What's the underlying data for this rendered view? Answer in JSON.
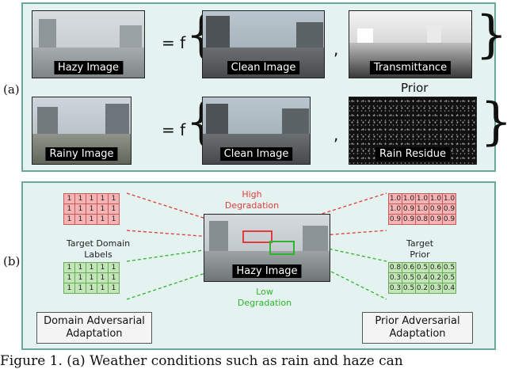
{
  "panel_a": {
    "label": "(a)",
    "row1": {
      "input_caption": "Hazy Image",
      "op": "= f",
      "clean_caption": "Clean Image",
      "comma": ",",
      "prior_caption": "Transmittance"
    },
    "prior_word": "Prior",
    "row2": {
      "input_caption": "Rainy Image",
      "op": "= f",
      "clean_caption": "Clean Image",
      "comma": ",",
      "prior_caption": "Rain Residue"
    }
  },
  "panel_b": {
    "label": "(b)",
    "center_caption": "Hazy Image",
    "high_label": "High\nDegradation",
    "low_label": "Low\nDegradation",
    "domain_labels_title": "Target Domain\nLabels",
    "prior_title": "Target\nPrior",
    "domain_labels_high": [
      [
        "1",
        "1",
        "1",
        "1",
        "1"
      ],
      [
        "1",
        "1",
        "1",
        "1",
        "1"
      ],
      [
        "1",
        "1",
        "1",
        "1",
        "1"
      ]
    ],
    "domain_labels_low": [
      [
        "1",
        "1",
        "1",
        "1",
        "1"
      ],
      [
        "1",
        "1",
        "1",
        "1",
        "1"
      ],
      [
        "1",
        "1",
        "1",
        "1",
        "1"
      ]
    ],
    "prior_high": [
      [
        "1.0",
        "1.0",
        "1.0",
        "1.0",
        "1.0"
      ],
      [
        "1.0",
        "0.9",
        "1.0",
        "0.9",
        "0.9"
      ],
      [
        "0.9",
        "0.9",
        "0.8",
        "0.9",
        "0.9"
      ]
    ],
    "prior_low": [
      [
        "0.8",
        "0.6",
        "0.5",
        "0.6",
        "0.5"
      ],
      [
        "0.3",
        "0.5",
        "0.4",
        "0.2",
        "0.5"
      ],
      [
        "0.3",
        "0.5",
        "0.2",
        "0.3",
        "0.4"
      ]
    ],
    "left_box": "Domain Adversarial\nAdaptation",
    "right_box": "Prior Adversarial\nAdaptation",
    "colors": {
      "high": "#e23b3b",
      "low": "#2db52d",
      "panel_border": "#6aa89a",
      "panel_fill": "#e4f3f0"
    }
  },
  "caption": "Figure 1. (a) Weather conditions such as rain and haze can"
}
